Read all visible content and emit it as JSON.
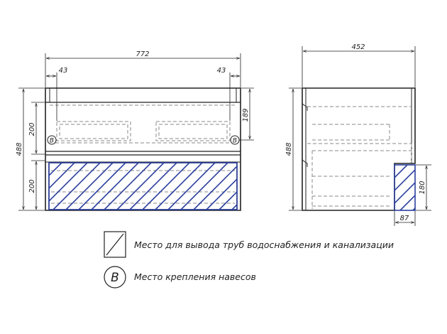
{
  "front_view": {
    "dimensions": {
      "total_width": "772",
      "left_inset": "43",
      "right_inset": "43",
      "total_height": "488",
      "upper_section": "200",
      "lower_section": "200",
      "hole_height": "189"
    },
    "mount_markers": [
      "B",
      "B"
    ]
  },
  "side_view": {
    "dimensions": {
      "depth": "452",
      "total_height": "488",
      "cutout_height": "180",
      "cutout_depth": "87"
    }
  },
  "legend": {
    "pipes_label": "Место для вывода труб водоснабжения и канализации",
    "mount_symbol": "B",
    "mount_label": "Место крепления навесов"
  },
  "colors": {
    "hatch": "#2b3f9e",
    "line": "#222222",
    "dashed": "#888888"
  }
}
